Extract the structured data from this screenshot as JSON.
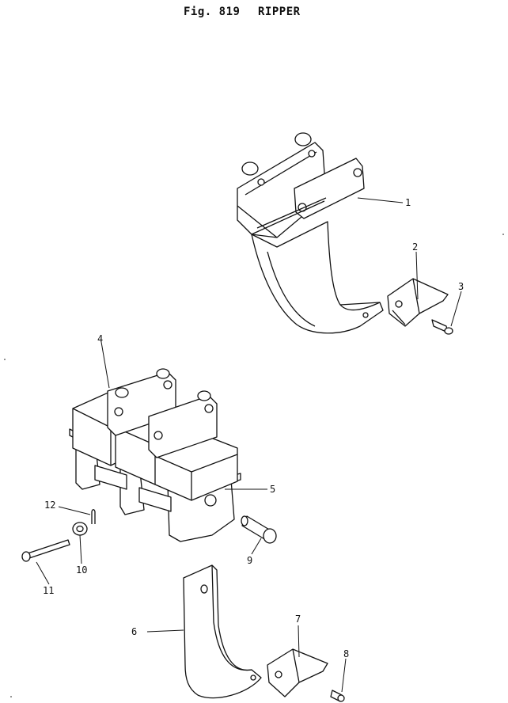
{
  "figure": {
    "number_label": "Fig. 819",
    "title": "RIPPER"
  },
  "callouts": [
    {
      "id": "p1",
      "label": "1"
    },
    {
      "id": "p2",
      "label": "2"
    },
    {
      "id": "p3",
      "label": "3"
    },
    {
      "id": "p4",
      "label": "4"
    },
    {
      "id": "p5",
      "label": "5"
    },
    {
      "id": "p6",
      "label": "6"
    },
    {
      "id": "p7",
      "label": "7"
    },
    {
      "id": "p8",
      "label": "8"
    },
    {
      "id": "p9",
      "label": "9"
    },
    {
      "id": "p10",
      "label": "10"
    },
    {
      "id": "p11",
      "label": "11"
    },
    {
      "id": "p12",
      "label": "12"
    }
  ]
}
